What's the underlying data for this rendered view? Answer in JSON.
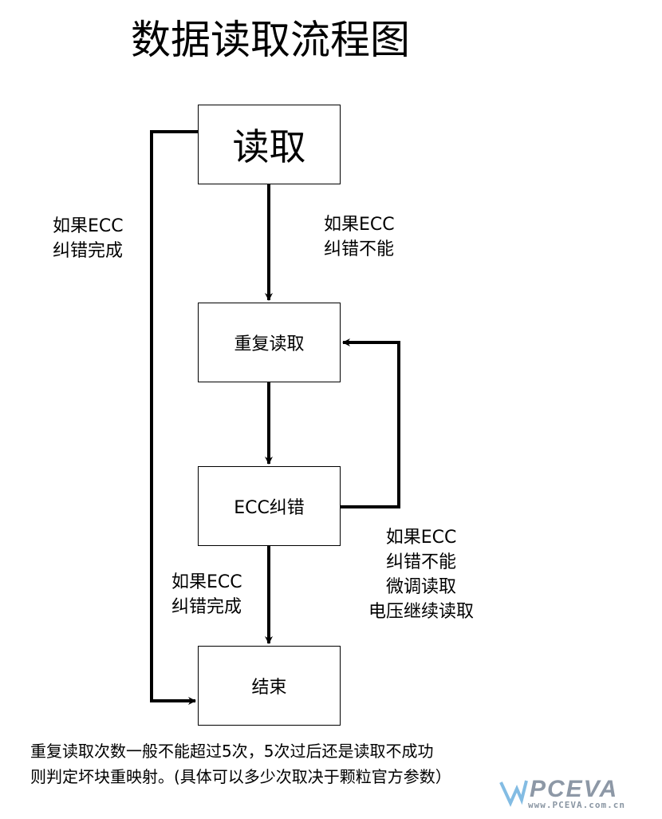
{
  "title": "数据读取流程图",
  "nodes": {
    "read": "读取",
    "reread": "重复读取",
    "ecc": "ECC纠错",
    "end": "结束"
  },
  "edge_labels": {
    "left_line1": "如果ECC",
    "left_line2": "纠错完成",
    "top_line1": "如果ECC",
    "top_line2": "纠错不能",
    "mid_line1": "如果ECC",
    "mid_line2": "纠错完成",
    "right_line1": "如果ECC",
    "right_line2": "纠错不能",
    "right_line3": "微调读取",
    "right_line4": "电压继续读取"
  },
  "note": {
    "line1": "重复读取次数一般不能超过5次，5次过后还是读取不成功",
    "line2": "则判定坏块重映射。(具体可以多少次取决于颗粒官方参数）"
  },
  "watermark": {
    "logo": "PCEVA",
    "url": "www.PCEVA.com.cn",
    "colors": {
      "logo": "#8d98a6",
      "accent": "#5aa6d9"
    }
  }
}
